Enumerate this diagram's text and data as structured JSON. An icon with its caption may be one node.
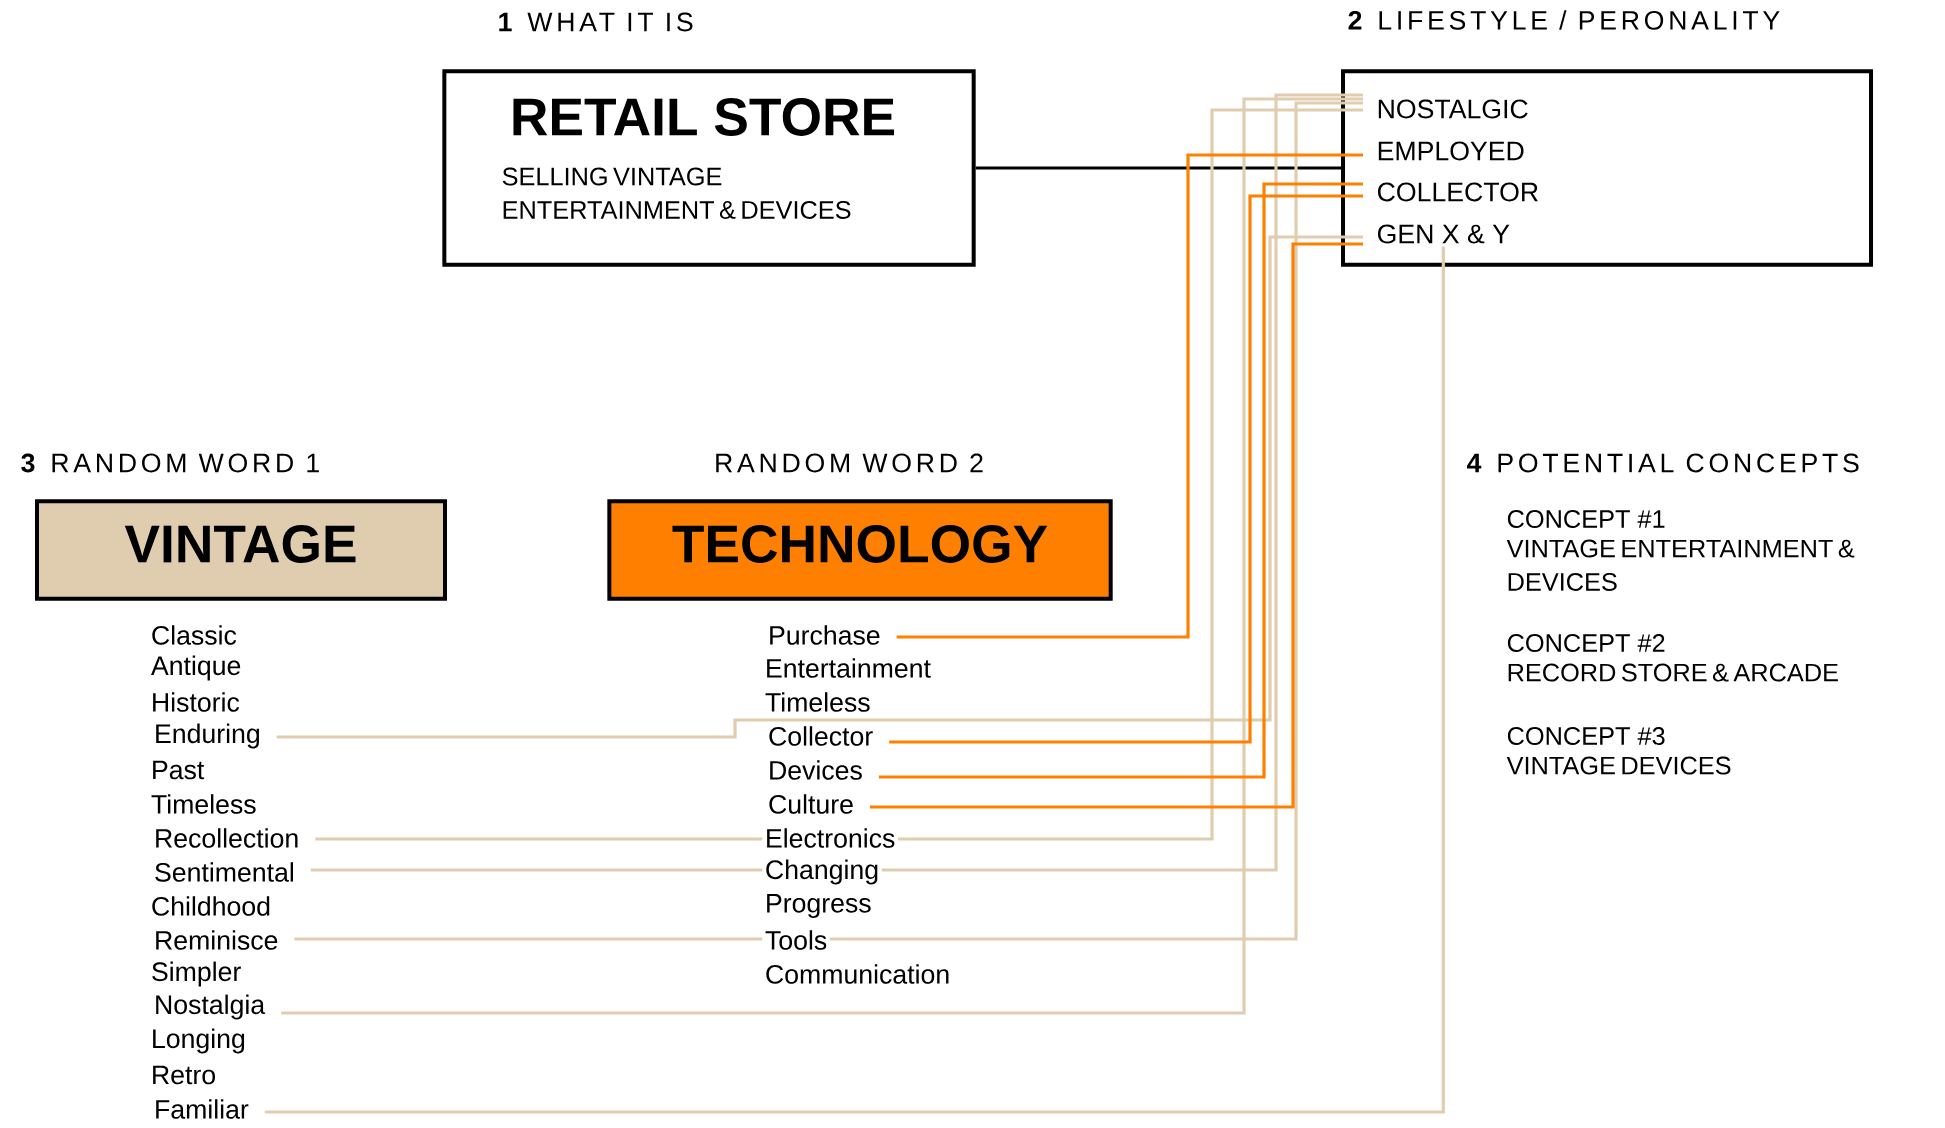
{
  "diagram": {
    "nodes": [
      {
        "text": [
          "**1** WHAT IT IS",
          "RETAIL STORE",
          "SELLING VINTAGE ENTERTAINMENT & DEVICES"
        ]
      },
      {
        "text": [
          "**2** LIFESTYLE / PERONALITY"
        ]
      },
      {
        "text": [
          "NOSTALGIC"
        ],
        "in": 1
      },
      {
        "text": [
          "EMPLOYED"
        ],
        "in": 1
      },
      {
        "text": [
          "COLLECTOR"
        ],
        "in": 1
      },
      {
        "text": [
          "GEN X & Y"
        ],
        "in": 1
      },
      {
        "text": [
          "**3** RANDOM WORD 1",
          "VINTAGE"
        ]
      },
      {
        "text": [
          "RANDOM WORD 2",
          "TECHNOLOGY"
        ]
      },
      {
        "text": [
          "Enduring"
        ]
      },
      {
        "text": [
          "Recollection"
        ]
      },
      {
        "text": [
          "Sentimental"
        ]
      },
      {
        "text": [
          "Reminisce"
        ]
      },
      {
        "text": [
          "Nostalgia"
        ]
      },
      {
        "text": [
          "Familiar"
        ]
      },
      {
        "text": [
          "Purchase"
        ]
      },
      {
        "text": [
          "Collector"
        ]
      },
      {
        "text": [
          "Devices"
        ]
      },
      {
        "text": [
          "Culture"
        ]
      }
    ],
    "edges": [
      {
        "from": 0,
        "to": 1,
        "arrow": "none",
        "color": "#000000"
      },
      {
        "from": 8,
        "to": 5,
        "arrow": "none"
      },
      {
        "from": 9,
        "to": 2,
        "arrow": "none"
      },
      {
        "from": 10,
        "to": 2,
        "arrow": "none"
      },
      {
        "from": 11,
        "to": 2,
        "arrow": "none"
      },
      {
        "from": 12,
        "to": 2,
        "arrow": "none"
      },
      {
        "from": 13,
        "to": 5,
        "arrow": "none"
      },
      {
        "from": 14,
        "to": 3,
        "arrow": "none",
        "color": "#ff8000"
      },
      {
        "from": 15,
        "to": 4,
        "arrow": "none",
        "color": "#ff8000"
      },
      {
        "from": 16,
        "to": 4,
        "arrow": "none",
        "color": "#ff8000"
      },
      {
        "from": 17,
        "to": 5,
        "arrow": "none",
        "color": "#ff8000"
      }
    ],
    "labels": [
      "Classic",
      "Antique",
      "Historic",
      "Past",
      "Timeless",
      "Childhood",
      "Simpler",
      "Longing",
      "Retro",
      "Entertainment",
      "Timeless",
      "Electronics",
      "Changing",
      "Progress",
      "Tools",
      "Communication",
      "**4** POTENTIAL CONCEPTS",
      "CONCEPT #1",
      "VINTAGE ENTERTAINMENT & DEVICES",
      "CONCEPT #2",
      "RECORD STORE & ARCADE",
      "CONCEPT #3",
      "VINTAGE DEVICES"
    ]
  }
}
